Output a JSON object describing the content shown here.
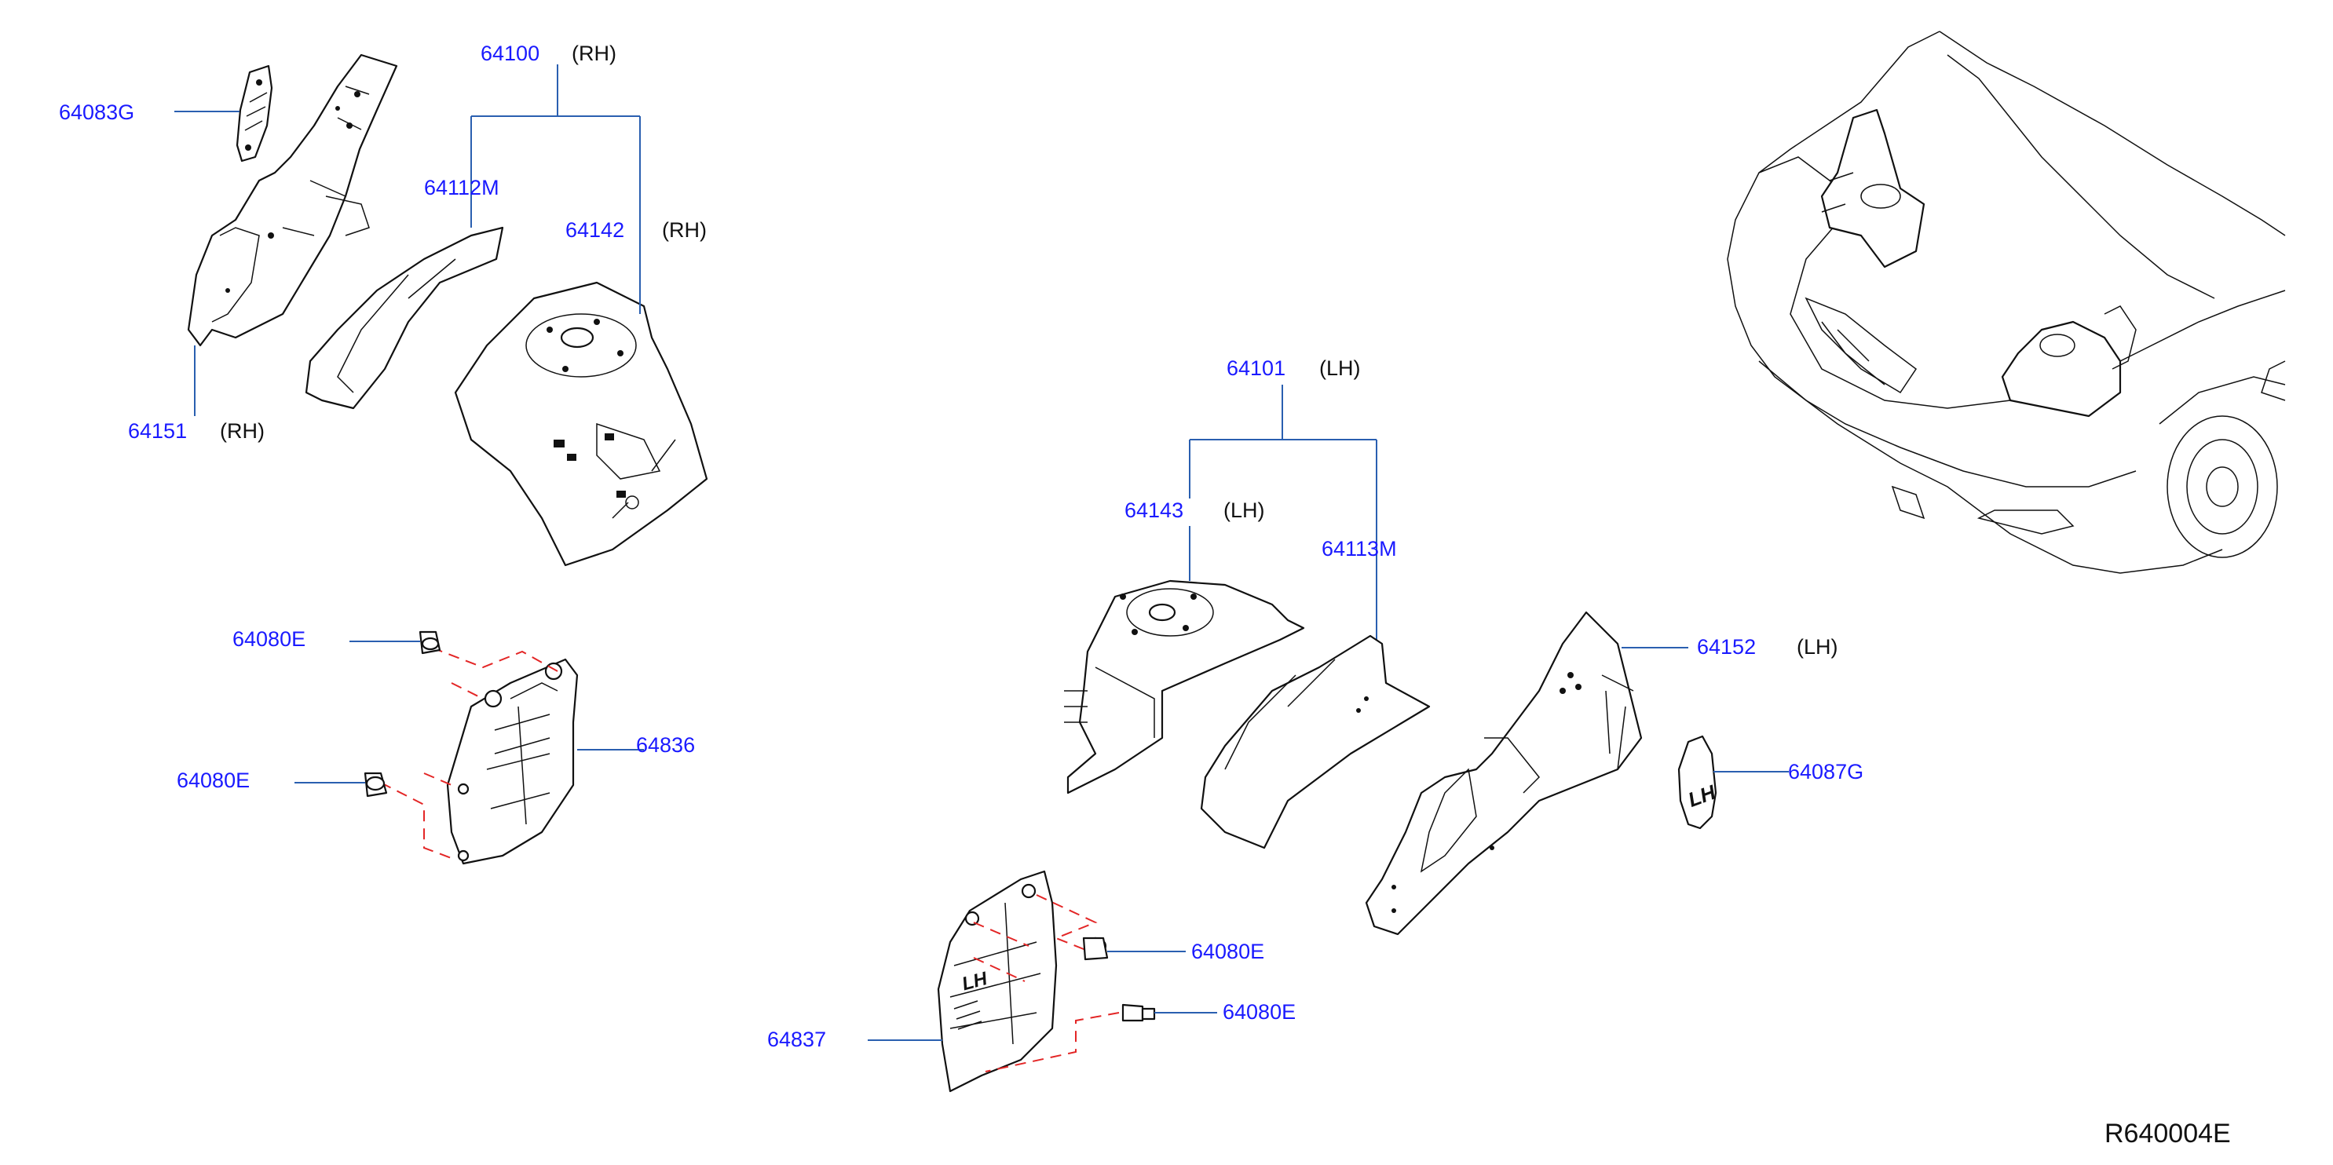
{
  "labels": {
    "p64083G": "64083G",
    "p64151": "64151",
    "p64151_side": "(RH)",
    "p64100": "64100",
    "p64100_side": "(RH)",
    "p64112M": "64112M",
    "p64142": "64142",
    "p64142_side": "(RH)",
    "p64080E_a": "64080E",
    "p64080E_b": "64080E",
    "p64836": "64836",
    "p64101": "64101",
    "p64101_side": "(LH)",
    "p64143": "64143",
    "p64143_side": "(LH)",
    "p64113M": "64113M",
    "p64152": "64152",
    "p64152_side": "(LH)",
    "p64087G": "64087G",
    "p64080E_c": "64080E",
    "p64080E_d": "64080E",
    "p64837": "64837",
    "lh_mark": "LH",
    "lh_mark2": "LH"
  },
  "reference_code": "R640004E",
  "colors": {
    "part_number": "#1a1aff",
    "leader_line": "#2a5fb0",
    "fastener_path": "#e32626",
    "outline": "#111111"
  }
}
